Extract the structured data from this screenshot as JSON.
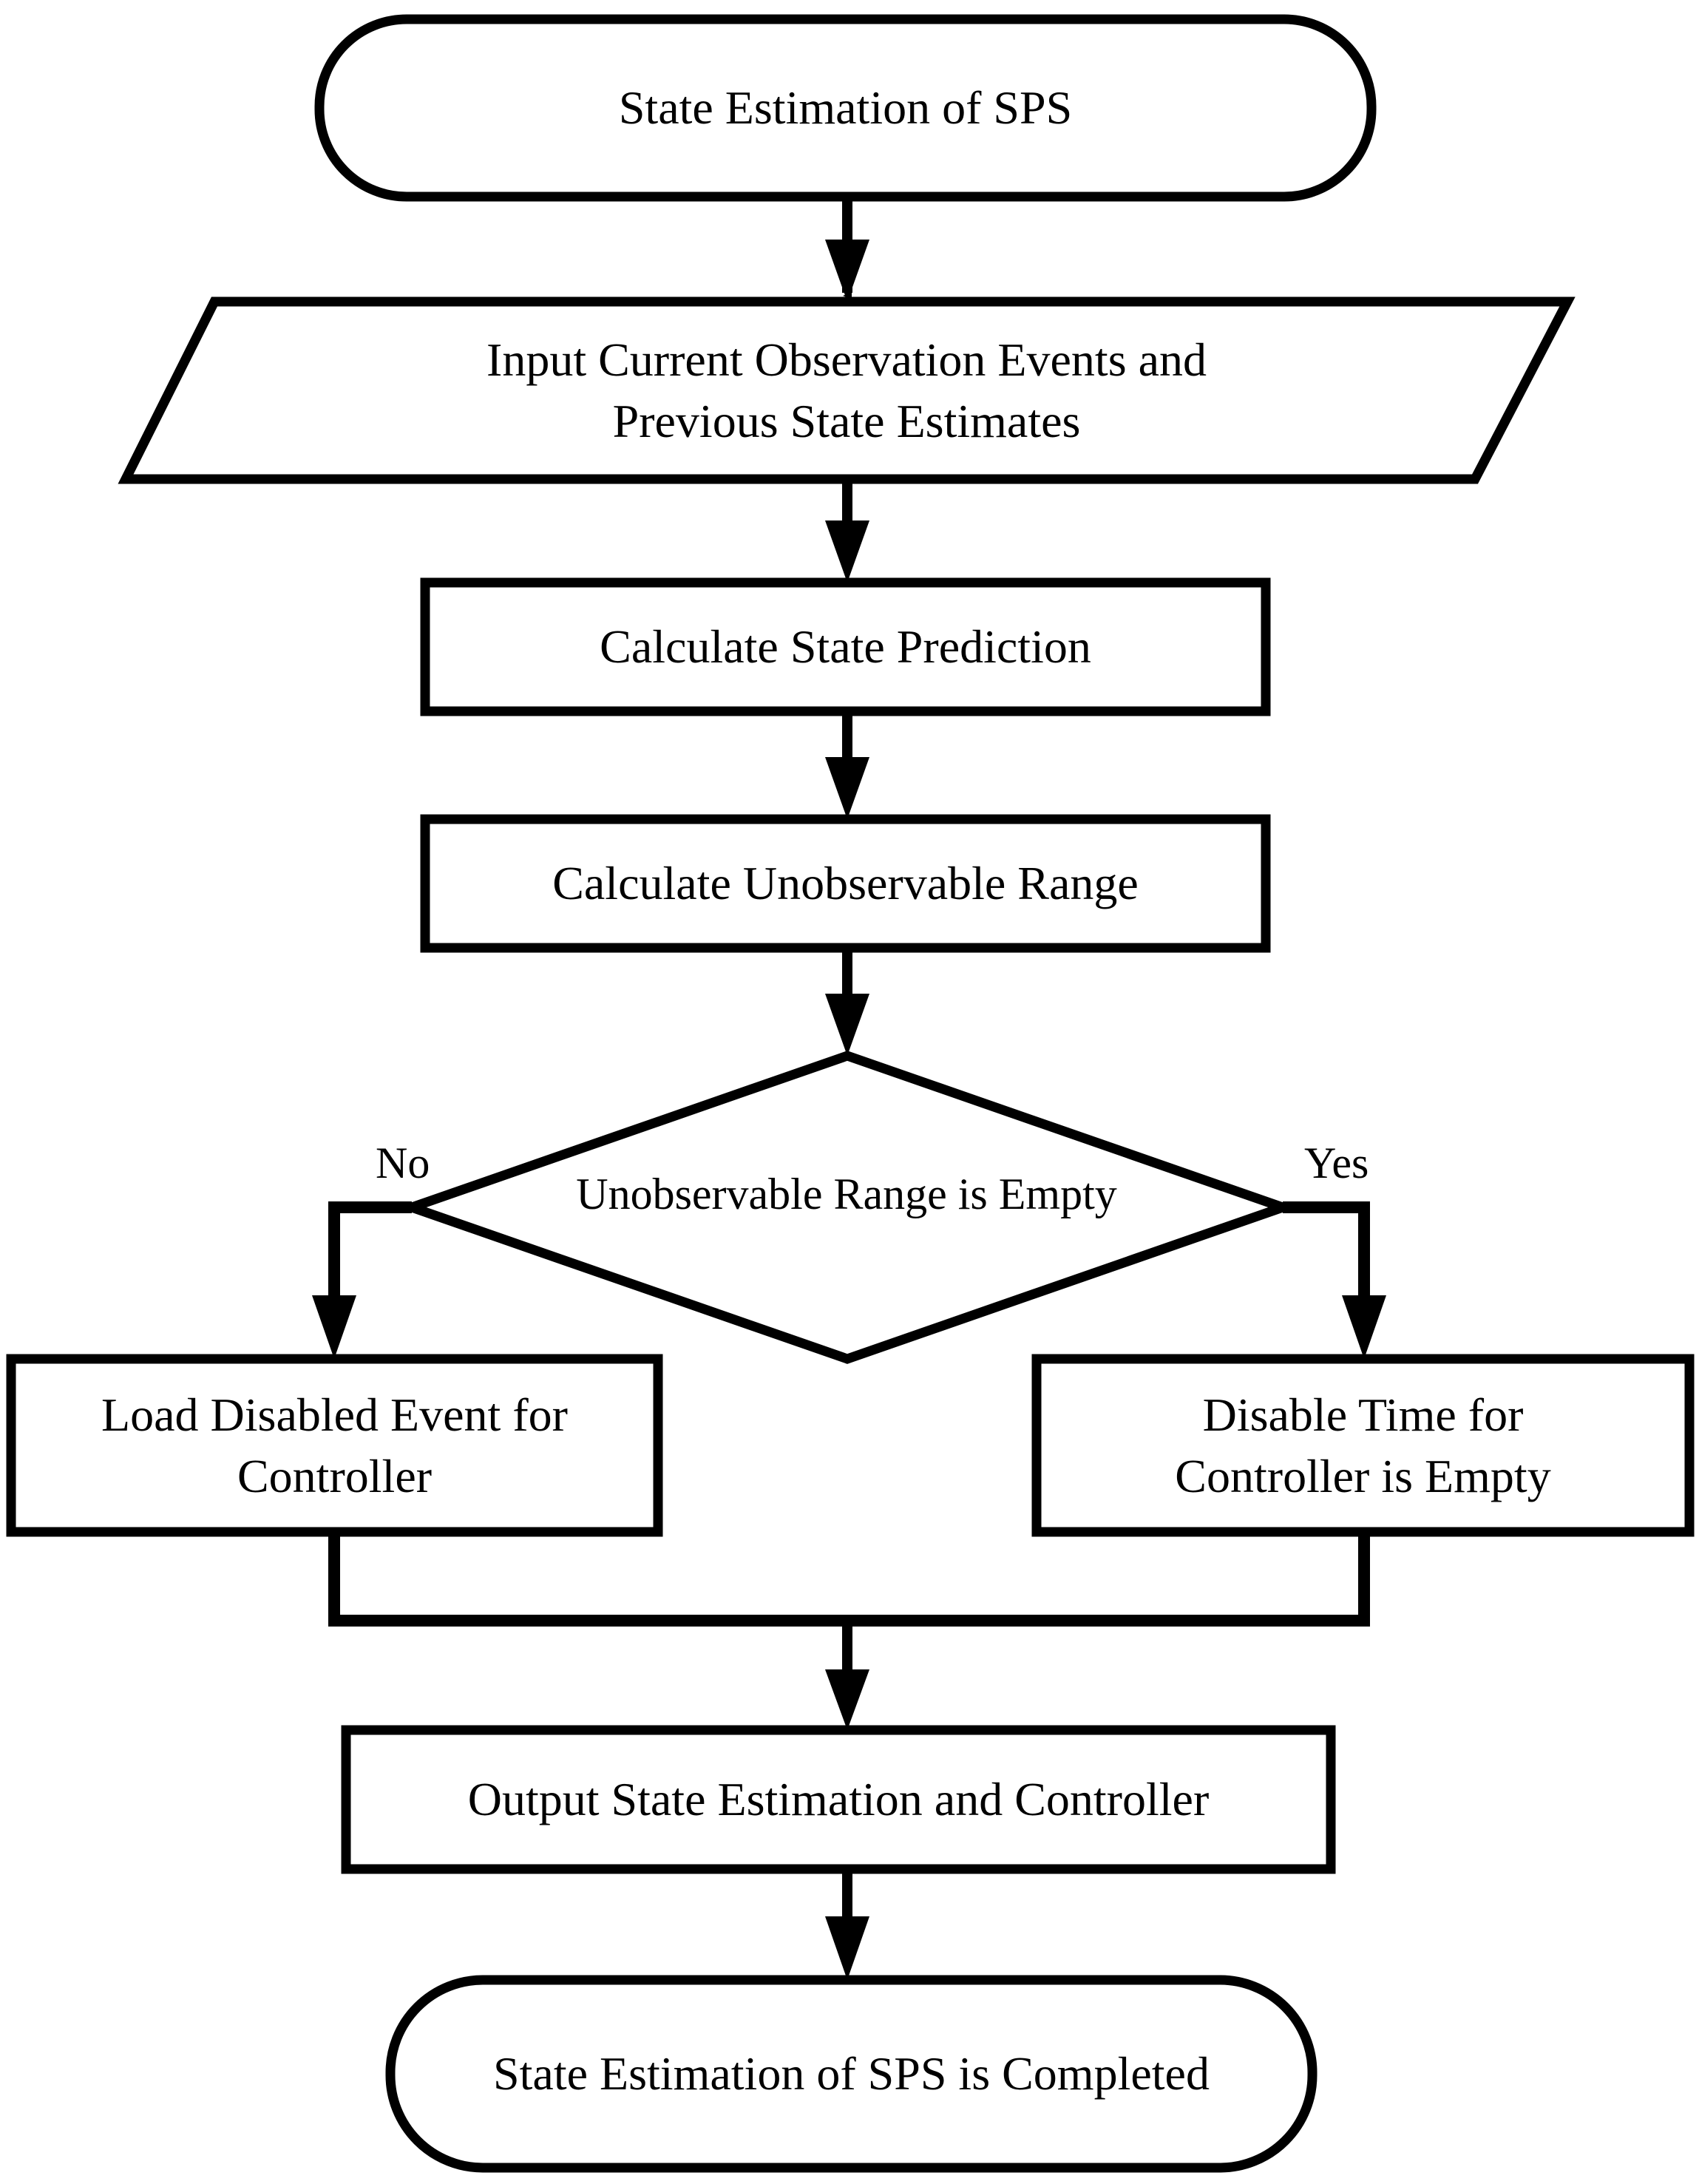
{
  "diagram": {
    "title": "State Estimation of SPS",
    "type": "flowchart",
    "stroke_color": "#000000",
    "fill_color": "#ffffff",
    "text_color": "#000000",
    "nodes": [
      {
        "id": "start",
        "shape": "terminal",
        "text": "State Estimation of SPS"
      },
      {
        "id": "input",
        "shape": "parallelogram",
        "text": "Input Current Observation Events and\nPrevious State Estimates"
      },
      {
        "id": "predict",
        "shape": "process",
        "text": "Calculate State Prediction"
      },
      {
        "id": "range",
        "shape": "process",
        "text": "Calculate Unobservable Range"
      },
      {
        "id": "decision",
        "shape": "decision",
        "text": "Unobservable Range is Empty"
      },
      {
        "id": "loadevent",
        "shape": "process",
        "text": "Load Disabled Event for\nController"
      },
      {
        "id": "disabletime",
        "shape": "process",
        "text": "Disable Time for\nController is Empty"
      },
      {
        "id": "output",
        "shape": "process",
        "text": "Output State Estimation and Controller"
      },
      {
        "id": "end",
        "shape": "terminal",
        "text": "State Estimation of SPS is Completed"
      }
    ],
    "edge_labels": {
      "no": "No",
      "yes": "Yes"
    },
    "edges": [
      {
        "from": "start",
        "to": "input",
        "label": ""
      },
      {
        "from": "input",
        "to": "predict",
        "label": ""
      },
      {
        "from": "predict",
        "to": "range",
        "label": ""
      },
      {
        "from": "range",
        "to": "decision",
        "label": ""
      },
      {
        "from": "decision",
        "to": "loadevent",
        "label": "No"
      },
      {
        "from": "decision",
        "to": "disabletime",
        "label": "Yes"
      },
      {
        "from": "loadevent",
        "to": "output",
        "label": ""
      },
      {
        "from": "disabletime",
        "to": "output",
        "label": ""
      },
      {
        "from": "output",
        "to": "end",
        "label": ""
      }
    ]
  }
}
